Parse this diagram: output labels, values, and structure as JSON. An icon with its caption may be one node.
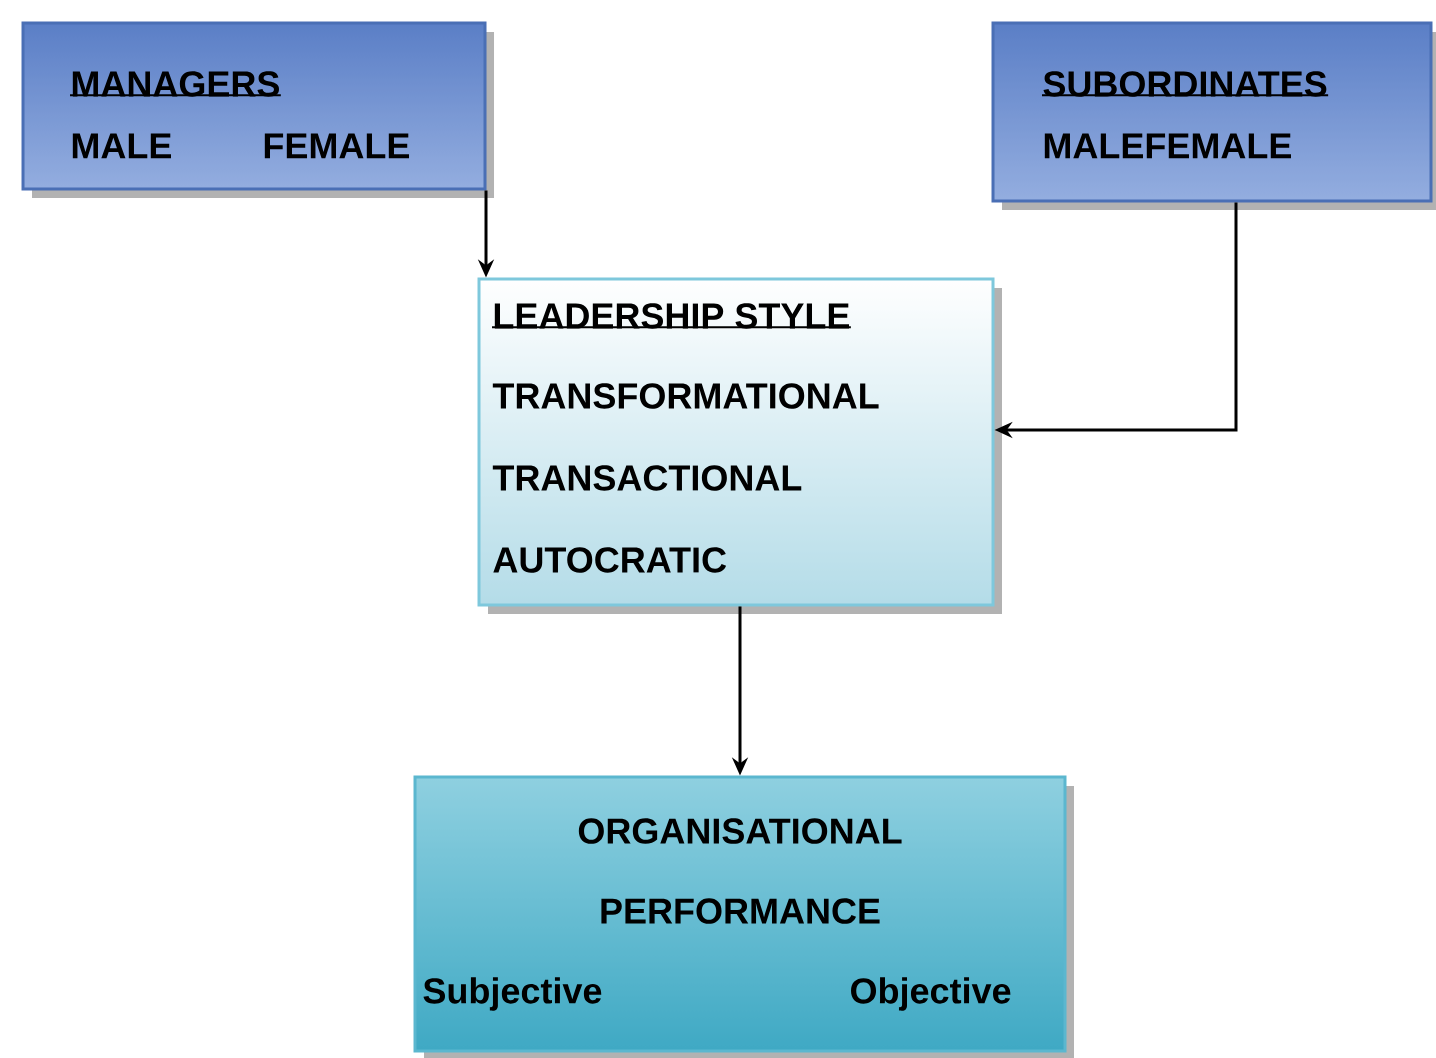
{
  "diagram": {
    "nodes": [
      {
        "text": [
          "MANAGERS",
          "MALE",
          "FEMALE"
        ]
      },
      {
        "text": [
          "SUBORDINATES",
          "MALEFEMALE"
        ]
      },
      {
        "text": [
          "LEADERSHIP STYLE",
          "TRANSFORMATIONAL",
          "TRANSACTIONAL",
          "AUTOCRATIC"
        ]
      },
      {
        "text": [
          "ORGANISATIONAL PERFORMANCE",
          "Subjective",
          "Objective"
        ]
      }
    ],
    "edges": [
      {
        "from": 0,
        "to": 2,
        "arrow": "to"
      },
      {
        "from": 1,
        "to": 2,
        "arrow": "to"
      },
      {
        "from": 2,
        "to": 3,
        "arrow": "to"
      }
    ]
  }
}
